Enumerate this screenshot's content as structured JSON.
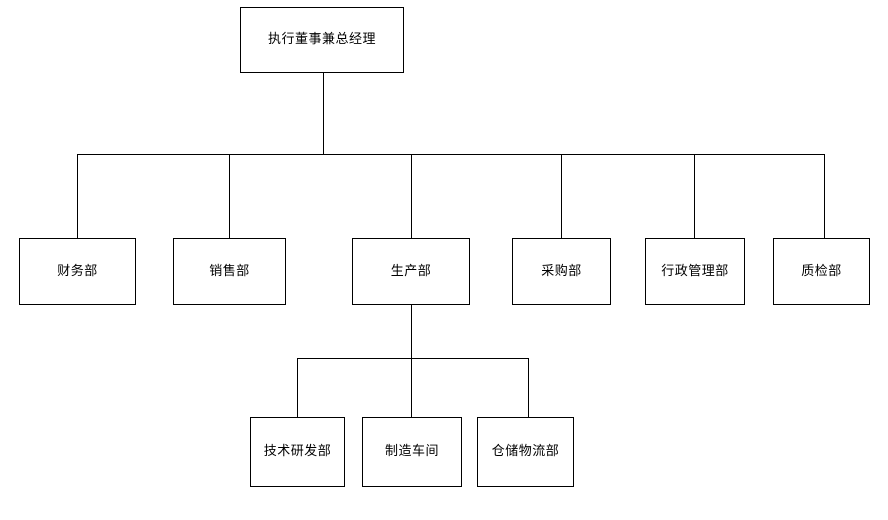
{
  "diagram": {
    "title_node": {
      "label": "执行董事兼总经理"
    },
    "level2": [
      {
        "label": "财务部"
      },
      {
        "label": "销售部"
      },
      {
        "label": "生产部"
      },
      {
        "label": "采购部"
      },
      {
        "label": "行政管理部"
      },
      {
        "label": "质检部"
      }
    ],
    "level3": [
      {
        "label": "技术研发部"
      },
      {
        "label": "制造车间"
      },
      {
        "label": "仓储物流部"
      }
    ],
    "colors": {
      "background": "#ffffff",
      "box_fill": "#ffffff",
      "box_border": "#000000",
      "connector": "#000000",
      "text": "#000000"
    }
  }
}
